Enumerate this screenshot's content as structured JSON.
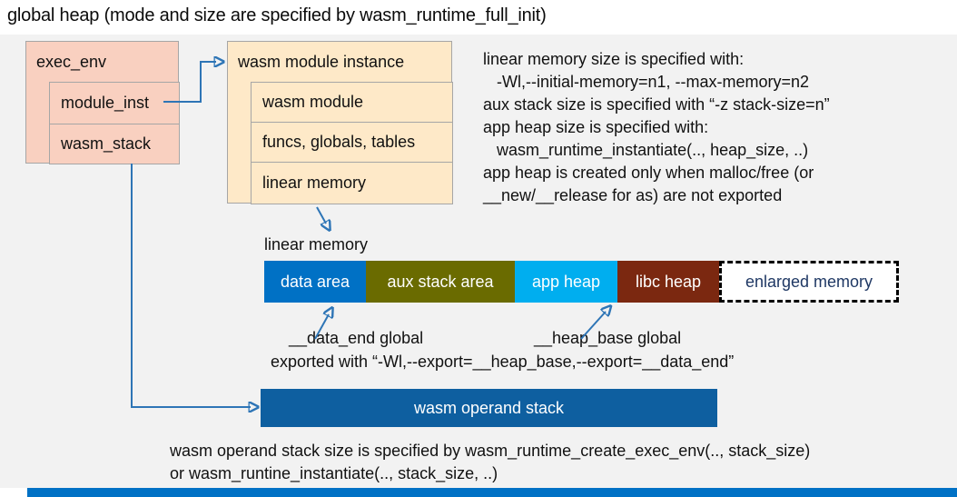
{
  "title": "global heap (mode and size are specified by wasm_runtime_full_init)",
  "exec_env": {
    "title": "exec_env",
    "rows": [
      "module_inst",
      "wasm_stack"
    ]
  },
  "module_instance": {
    "title": "wasm module instance",
    "rows": [
      "wasm module",
      "funcs, globals, tables",
      "linear memory"
    ]
  },
  "notes": {
    "lines": [
      "linear memory size is specified with:",
      "   -Wl,--initial-memory=n1, --max-memory=n2",
      "aux stack size is specified with “-z stack-size=n”",
      "app heap size is specified with:",
      "   wasm_runtime_instantiate(.., heap_size, ..)",
      "app heap is created only when malloc/free (or",
      "__new/__release for as) are not exported"
    ]
  },
  "linear_memory": {
    "label": "linear memory",
    "segments": [
      {
        "label": "data area",
        "color": "#0071C5",
        "text_color": "#FFFFFF",
        "width": 112
      },
      {
        "label": "aux stack area",
        "color": "#6A6B00",
        "text_color": "#FFFFFF",
        "width": 164
      },
      {
        "label": "app heap",
        "color": "#00AEEF",
        "text_color": "#FFFFFF",
        "width": 113
      },
      {
        "label": "libc heap",
        "color": "#7B2810",
        "text_color": "#FFFFFF",
        "width": 112
      },
      {
        "label": "enlarged memory",
        "color": "#FFFFFF",
        "text_color": "#1F3864",
        "width": 198,
        "dashed": true
      }
    ]
  },
  "annotations": {
    "data_end_label": "__data_end global",
    "heap_base_label": "__heap_base global",
    "export_line": "exported with “-Wl,--export=__heap_base,--export=__data_end”"
  },
  "operand_stack": {
    "label": "wasm operand stack",
    "color": "#0E5FA0"
  },
  "footer": {
    "lines": [
      "wasm operand stack size is specified by wasm_runtime_create_exec_env(.., stack_size)",
      "or wasm_runtine_instantiate(.., stack_size, ..)"
    ]
  },
  "colors": {
    "panel_bg": "#F2F2F2",
    "exec_env_fill": "#F9D0C0",
    "module_instance_fill": "#FEE9C8",
    "box_border": "#A6A6A6",
    "connector_blue": "#2E75B6",
    "enlarged_border": "#000000",
    "bottom_strip": "#0071C5"
  }
}
